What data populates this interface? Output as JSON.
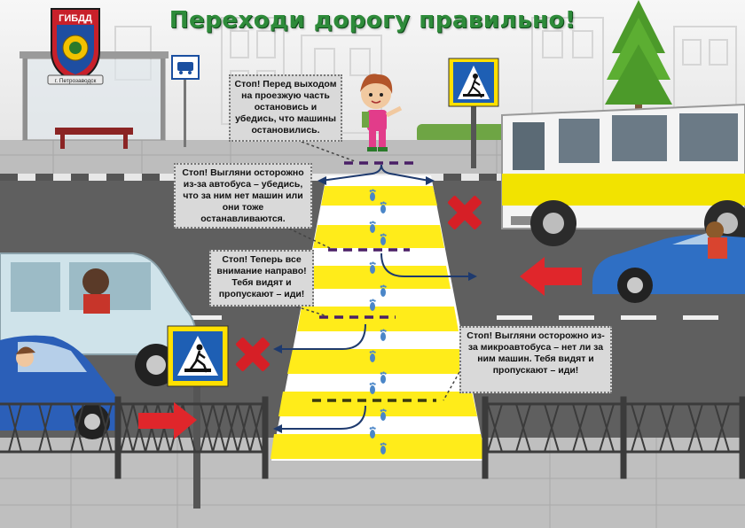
{
  "header": {
    "title": "Переходи дорогу правильно!"
  },
  "emblem": {
    "top_text": "ГИБДД",
    "bottom_text": "г. Петрозаводск"
  },
  "callouts": {
    "before_crossing": "Стоп! Перед выходом на проезжую часть остановись и убедись, что машины остановились.",
    "behind_bus": "Стоп! Выгляни осторожно из-за автобуса – убедись, что за ним нет машин или они тоже останавливаются.",
    "look_right": "Стоп! Теперь все внимание направо! Тебя видят и пропускают – иди!",
    "behind_minibus": "Стоп! Выгляни осторожно из-за микроавтобуса – нет ли за ним машин. Тебя видят и пропускают – иди!"
  },
  "colors": {
    "title_green": "#2e8b3a",
    "crosswalk_yellow": "#ffec1a",
    "road_gray": "#5f5f5f",
    "bus_yellow": "#f2e300",
    "car_blue": "#2f6fc4",
    "minibus_lightblue": "#cfe3ea",
    "arrow_red": "#e0262b",
    "path_navy": "#1e3a6e",
    "stop_line_purple": "#4a1f66"
  },
  "icons": [
    "bus-stop-sign-icon",
    "pedestrian-crossing-sign-icon",
    "red-x-icon",
    "red-arrow-icon",
    "footprint-icon",
    "tree-icon"
  ]
}
